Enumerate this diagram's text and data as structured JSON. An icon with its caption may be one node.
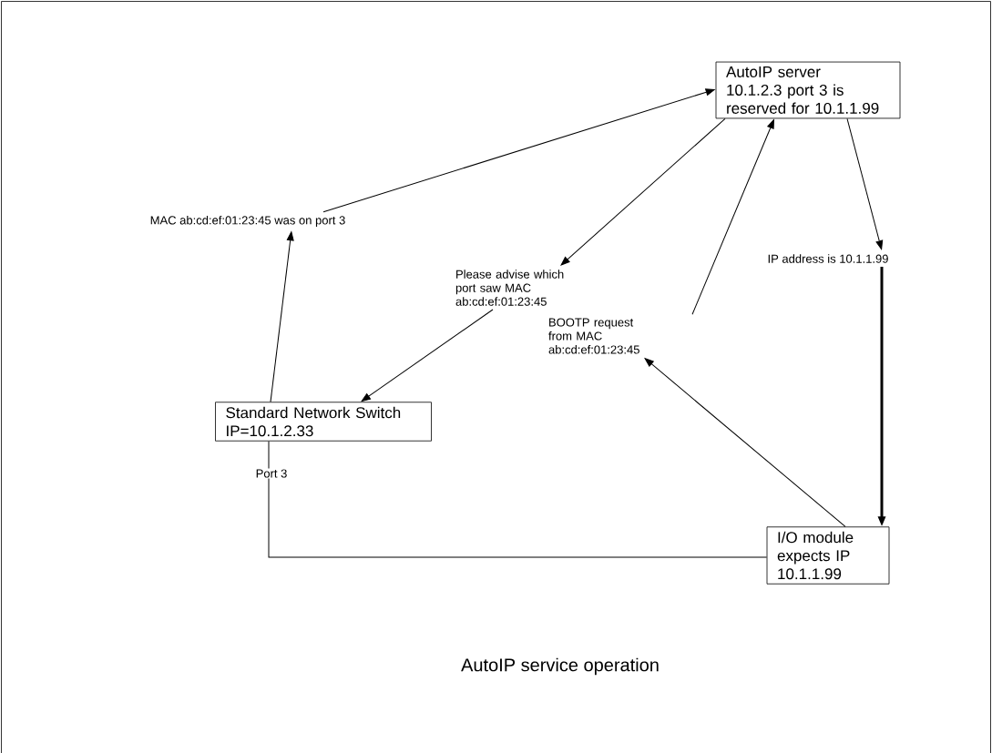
{
  "diagram": {
    "caption": "AutoIP service operation",
    "nodes": [
      {
        "text": [
          "AutoIP server",
          "10.1.2.3 port 3 is reserved for 10.1.1.99"
        ]
      },
      {
        "text": [
          "MAC ab:cd:ef:01:23:45 was on port 3"
        ]
      },
      {
        "text": [
          "Please advise which port saw MAC ab:cd:ef:01:23:45"
        ]
      },
      {
        "text": [
          "IP address is 10.1.1.99"
        ]
      },
      {
        "text": [
          "BOOTP request from MAC ab:cd:ef:01:23:45"
        ]
      },
      {
        "text": [
          "Standard Network Switch",
          "IP=10.1.2.33"
        ]
      },
      {
        "text": [
          "I/O module",
          "expects IP 10.1.1.99"
        ]
      }
    ],
    "edges": [
      {
        "from": 5,
        "to": 1,
        "arrow": "to"
      },
      {
        "from": 1,
        "to": 0,
        "arrow": "to"
      },
      {
        "from": 0,
        "to": 2,
        "arrow": "to"
      },
      {
        "from": 2,
        "to": 5,
        "arrow": "to"
      },
      {
        "from": 6,
        "to": 4,
        "arrow": "to"
      },
      {
        "from": 4,
        "to": 0,
        "arrow": "to"
      },
      {
        "from": 0,
        "to": 3,
        "arrow": "to"
      },
      {
        "from": 3,
        "to": 6,
        "arrow": "to",
        "style": "thick"
      },
      {
        "from": 5,
        "to": 6,
        "arrow": "none",
        "label": "Port 3"
      }
    ]
  }
}
